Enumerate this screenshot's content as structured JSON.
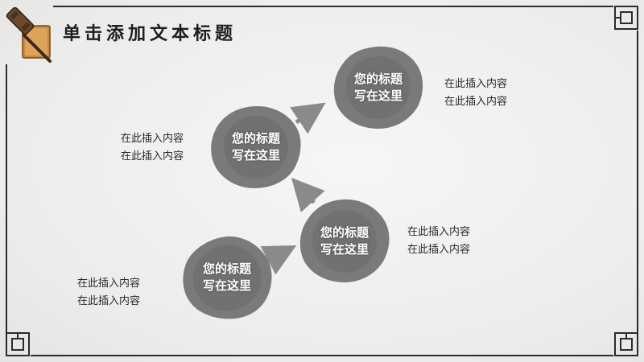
{
  "slide": {
    "title": "单击添加文本标题",
    "accent_color": "#7a7a7a",
    "icon": "gavel-icon"
  },
  "steps": [
    {
      "title_line1": "您的标题",
      "title_line2": "写在这里",
      "desc_line1": "在此插入内容",
      "desc_line2": "在此插入内容"
    },
    {
      "title_line1": "您的标题",
      "title_line2": "写在这里",
      "desc_line1": "在此插入内容",
      "desc_line2": "在此插入内容"
    },
    {
      "title_line1": "您的标题",
      "title_line2": "写在这里",
      "desc_line1": "在此插入内容",
      "desc_line2": "在此插入内容"
    },
    {
      "title_line1": "您的标题",
      "title_line2": "写在这里",
      "desc_line1": "在此插入内容",
      "desc_line2": "在此插入内容"
    }
  ]
}
